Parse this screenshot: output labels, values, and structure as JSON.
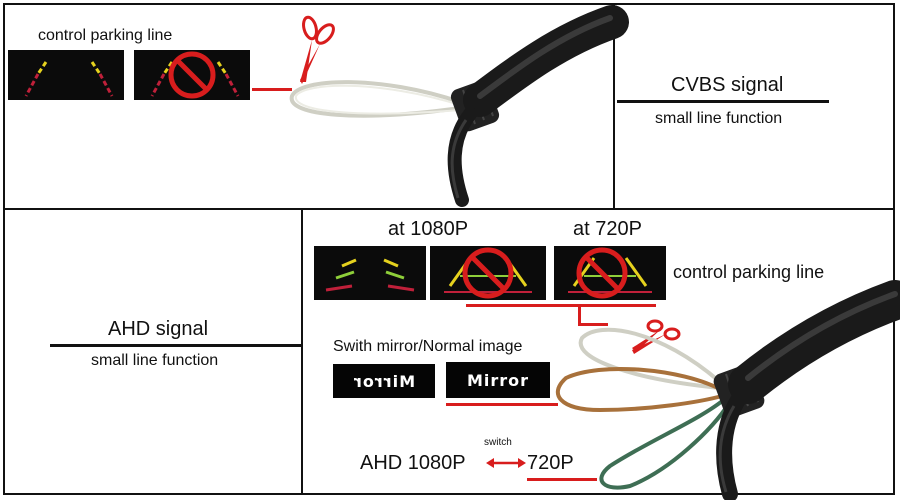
{
  "cvbs": {
    "caption": "control  parking  line",
    "title": "CVBS  signal",
    "subtitle": "small  line  function"
  },
  "ahd": {
    "title": "AHD  signal",
    "subtitle": "small  line  function",
    "at1080_label": "at 1080P",
    "at720_label": "at 720P",
    "parking_label": "control parking line",
    "mirror_caption": "Swith mirror/Normal image",
    "mirror_label": "Mirror",
    "switch_label": "switch",
    "res_from": "AHD 1080P",
    "res_to": "720P"
  },
  "icons": [
    "scissors-icon",
    "prohibited-icon",
    "double-arrow-icon"
  ],
  "colors": {
    "accent_red": "#d81d1d",
    "parking_yellow": "#e6d21e",
    "parking_red": "#c0203a",
    "wire_brown": "#a8713b",
    "wire_green": "#3e6e54",
    "cable_black": "#1a1a1a"
  }
}
